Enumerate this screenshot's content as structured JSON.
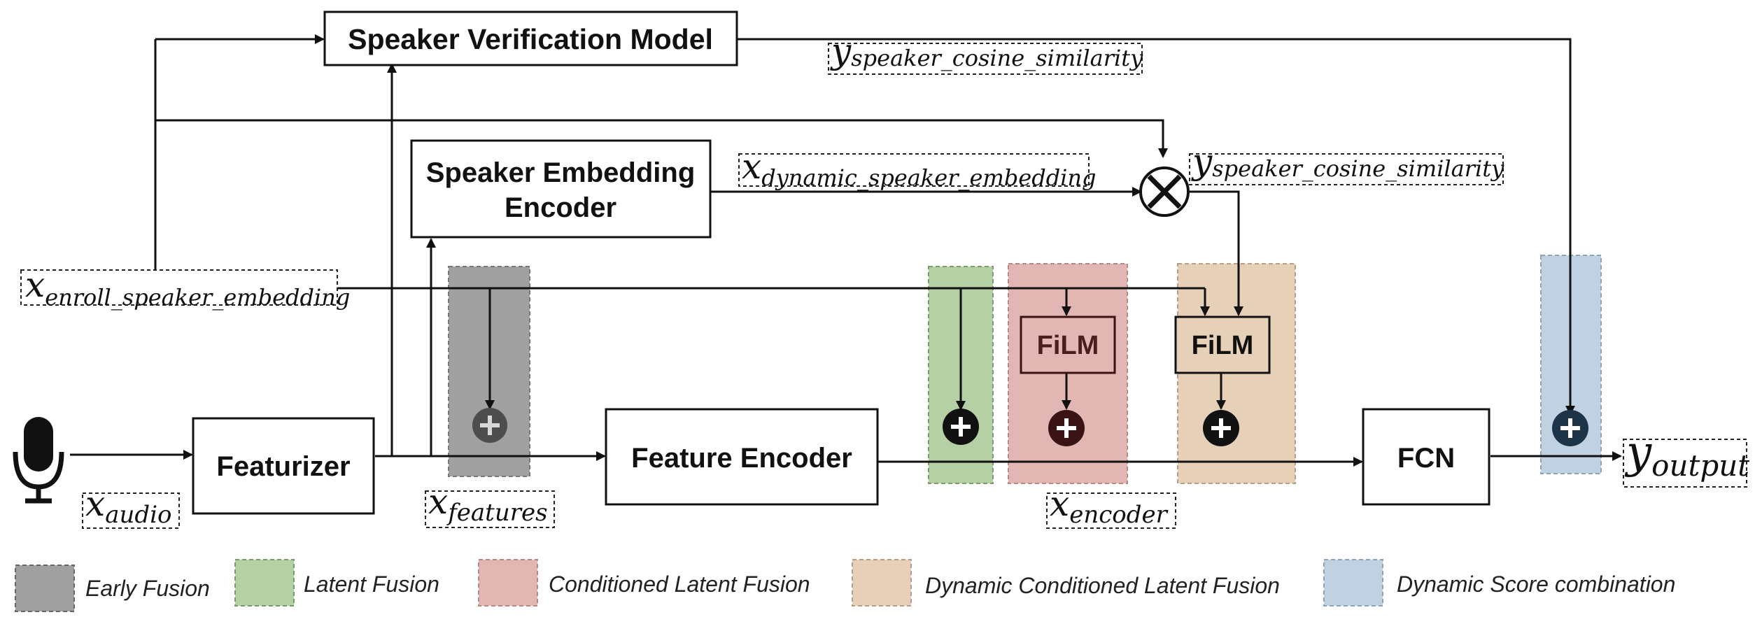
{
  "blocks": {
    "speaker_verification_model": "Speaker Verification Model",
    "speaker_embedding_encoder_line1": "Speaker Embedding",
    "speaker_embedding_encoder_line2": "Encoder",
    "featurizer": "Featurizer",
    "feature_encoder": "Feature Encoder",
    "fcn": "FCN",
    "film_1": "FiLM",
    "film_2": "FiLM"
  },
  "labels": {
    "x_enroll": {
      "base": "x",
      "sub": "enroll_speaker_embedding"
    },
    "x_dynamic": {
      "base": "x",
      "sub": "dynamic_speaker_embedding"
    },
    "y_cos_top": {
      "base": "y",
      "sub": "speaker_cosine_similarity"
    },
    "y_cos_mid": {
      "base": "y",
      "sub": "speaker_cosine_similarity"
    },
    "x_audio": {
      "base": "x",
      "sub": "audio"
    },
    "x_features": {
      "base": "x",
      "sub": "features"
    },
    "x_encoder": {
      "base": "x",
      "sub": "encoder"
    },
    "y_output": {
      "base": "y",
      "sub": "output"
    }
  },
  "icons": {
    "microphone": "microphone-icon",
    "add": "plus-circle-icon",
    "multiply": "multiply-circle-icon"
  },
  "legend": [
    {
      "label": "Early Fusion",
      "color": "#a0a0a0"
    },
    {
      "label": "Latent Fusion",
      "color": "#b4d0a4"
    },
    {
      "label": "Conditioned Latent Fusion",
      "color": "#e2b6b3"
    },
    {
      "label": "Dynamic Conditioned Latent Fusion",
      "color": "#e6d0b8"
    },
    {
      "label": "Dynamic Score combination",
      "color": "#c0d2e2"
    }
  ],
  "colors": {
    "early": "#a0a0a0",
    "latent": "#b4d0a4",
    "conditioned": "#e2b6b3",
    "dynamic_conditioned": "#e6d0b8",
    "score": "#c0d2e2",
    "early_plus": "#4d4d4d",
    "latent_plus": "#111111",
    "conditioned_plus": "#3a1414",
    "dynamic_plus": "#111111",
    "score_plus": "#1d3448"
  }
}
